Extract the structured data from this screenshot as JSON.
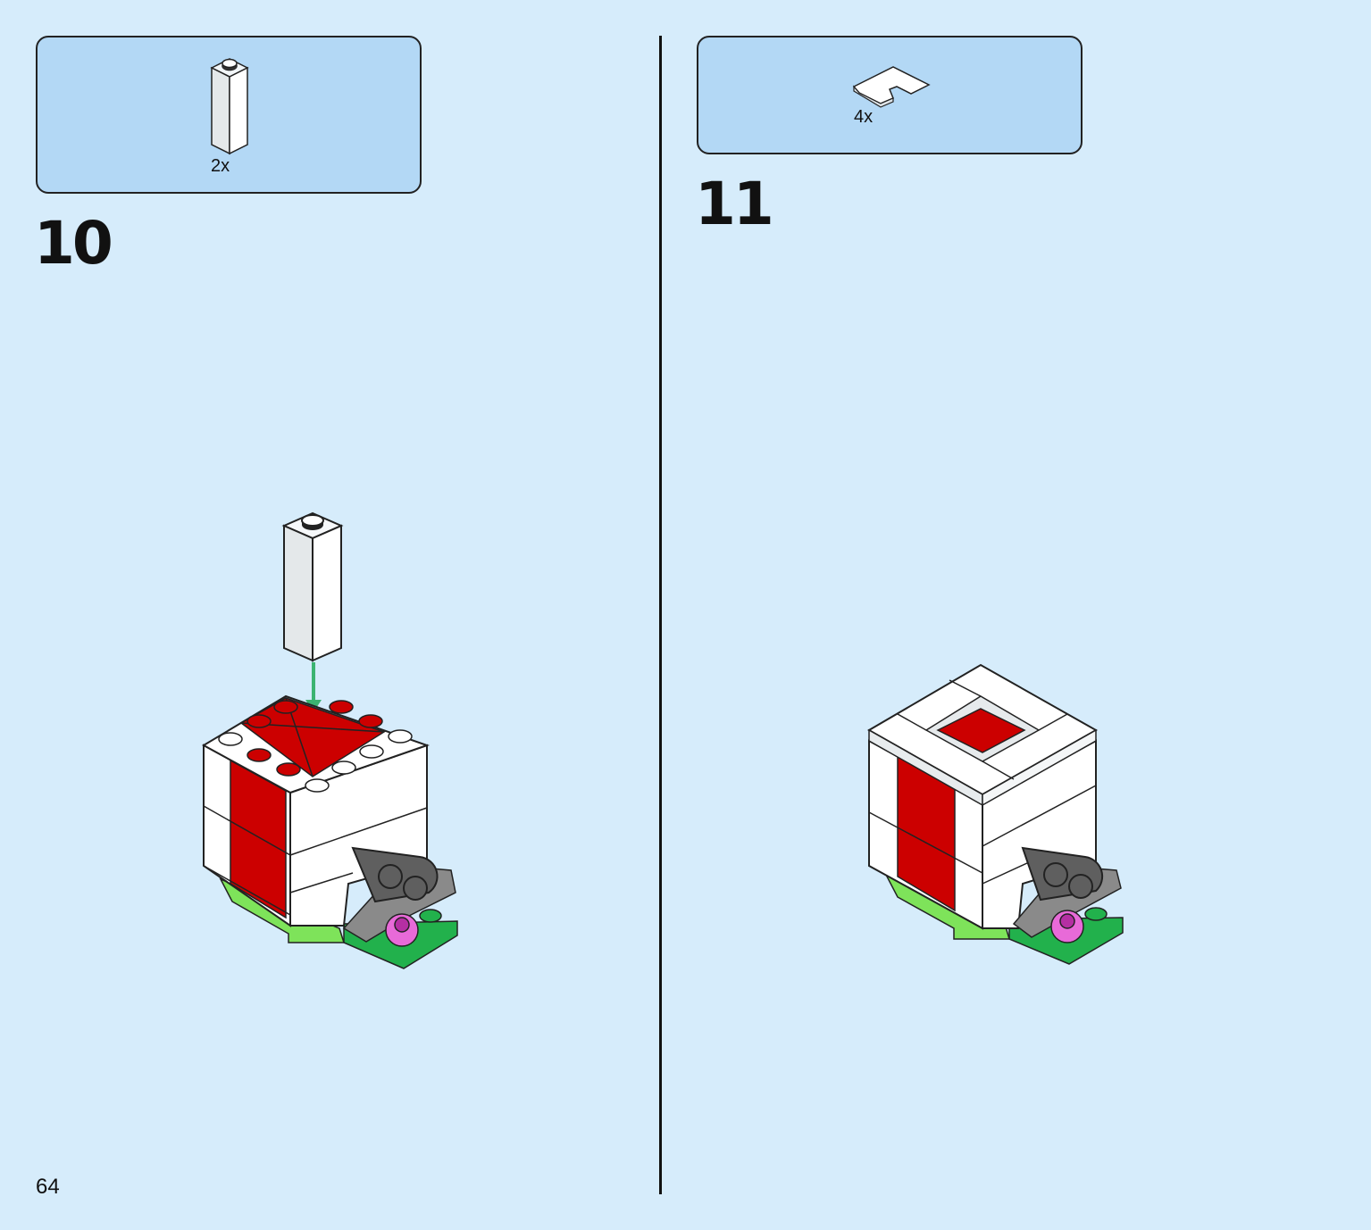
{
  "page": {
    "number": "64"
  },
  "steps": [
    {
      "number": "10",
      "parts": [
        {
          "quantity": "2x",
          "icon": "white-1x1x3-brick-icon"
        }
      ],
      "connector": {
        "icon": "green-arrow-icon",
        "color": "#3cb371"
      }
    },
    {
      "number": "11",
      "parts": [
        {
          "quantity": "4x",
          "icon": "white-corner-tile-icon"
        }
      ]
    }
  ],
  "colors": {
    "page_bg": "#d6ecfb",
    "parts_box_bg": "#b3d8f5",
    "brick_red": "#cc0000",
    "brick_white": "#ffffff",
    "plate_green": "#22b14c",
    "plate_light_green": "#7ee35a",
    "technic_gray": "#6b6b6b",
    "flower_pink": "#e86ad8"
  }
}
